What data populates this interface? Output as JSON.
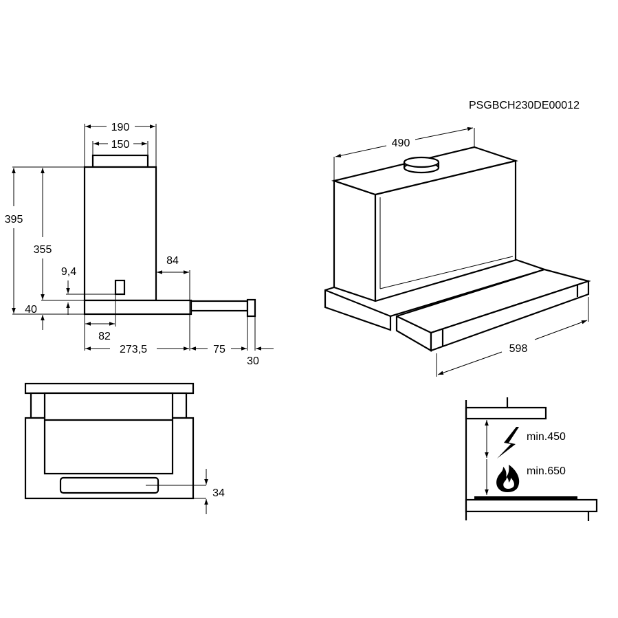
{
  "drawing_code": "PSGBCH230DE00012",
  "side_view": {
    "width_outer": "190",
    "width_outlet": "150",
    "height_total": "395",
    "height_body": "355",
    "control_offset": "9,4",
    "base_height": "40",
    "extension_depth": "84",
    "control_depth": "82",
    "depth_body": "273,5",
    "drawer_extension": "75",
    "front_thickness": "30"
  },
  "iso_view": {
    "depth_top": "490",
    "width": "598"
  },
  "front_view": {
    "panel_height": "34"
  },
  "clearance_view": {
    "min_electric": "min.450",
    "min_gas": "min.650",
    "electric_icon": "lightning-icon",
    "gas_icon": "flame-icon"
  }
}
